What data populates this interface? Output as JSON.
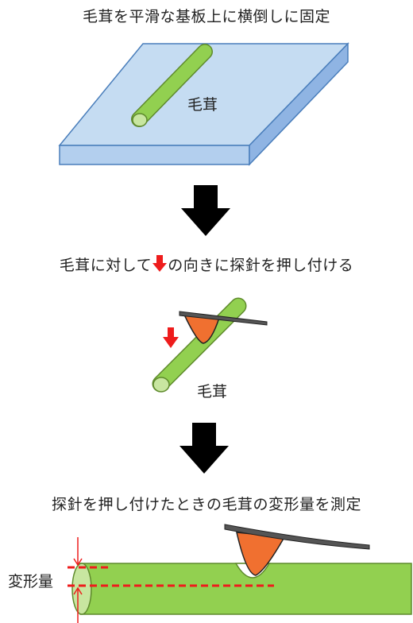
{
  "steps": [
    {
      "caption": "毛茸を平滑な基板上に横倒しに固定",
      "label": "毛茸"
    },
    {
      "caption_before": "毛茸に対して",
      "caption_after": "の向きに探針を押し付ける",
      "label": "毛茸"
    },
    {
      "caption": "探針を押し付けたときの毛茸の変形量を測定",
      "label": "変形量"
    }
  ],
  "colors": {
    "hair": "#92d050",
    "hair_stroke": "#5e8a2c",
    "substrate_top": "#c5dcf2",
    "substrate_side": "#8fb4e3",
    "substrate_stroke": "#4a7ebb",
    "tip": "#f07030",
    "cantilever": "#555555",
    "force_arrow": "#ee1c1c",
    "dashed": "#ee1c1c"
  }
}
